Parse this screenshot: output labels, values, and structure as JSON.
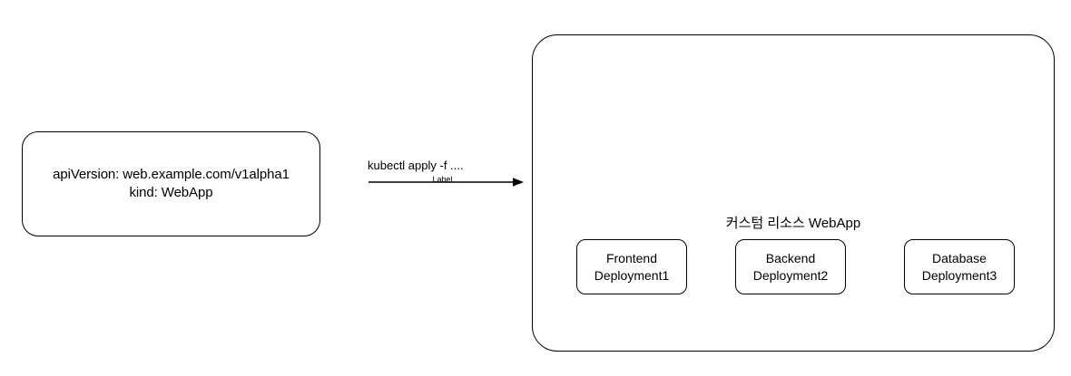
{
  "diagram": {
    "title_hidden": "",
    "background_color": "#ffffff",
    "stroke_color": "#000000",
    "spec_box": {
      "name": "custom-resource-manifest",
      "text": "apiVersion: web.example.com/v1alpha1\nkind: WebApp",
      "line1": "apiVersion: web.example.com/v1alpha1",
      "line2": "kind: WebApp"
    },
    "arrow": {
      "name": "kubectl-apply-arrow",
      "caption": "kubectl apply -f ....",
      "label": "Label",
      "direction": "right"
    },
    "container": {
      "name": "custom-resource-webapp",
      "title": "커스텀 리소스 WebApp"
    },
    "deployments": [
      {
        "name": "frontend-deployment",
        "text": "Frontend\nDeployment1",
        "line1": "Frontend",
        "line2": "Deployment1"
      },
      {
        "name": "backend-deployment",
        "text": "Backend\nDeployment2",
        "line1": "Backend",
        "line2": "Deployment2"
      },
      {
        "name": "database-deployment",
        "text": "Database\nDeployment3",
        "line1": "Database",
        "line2": "Deployment3"
      }
    ]
  }
}
